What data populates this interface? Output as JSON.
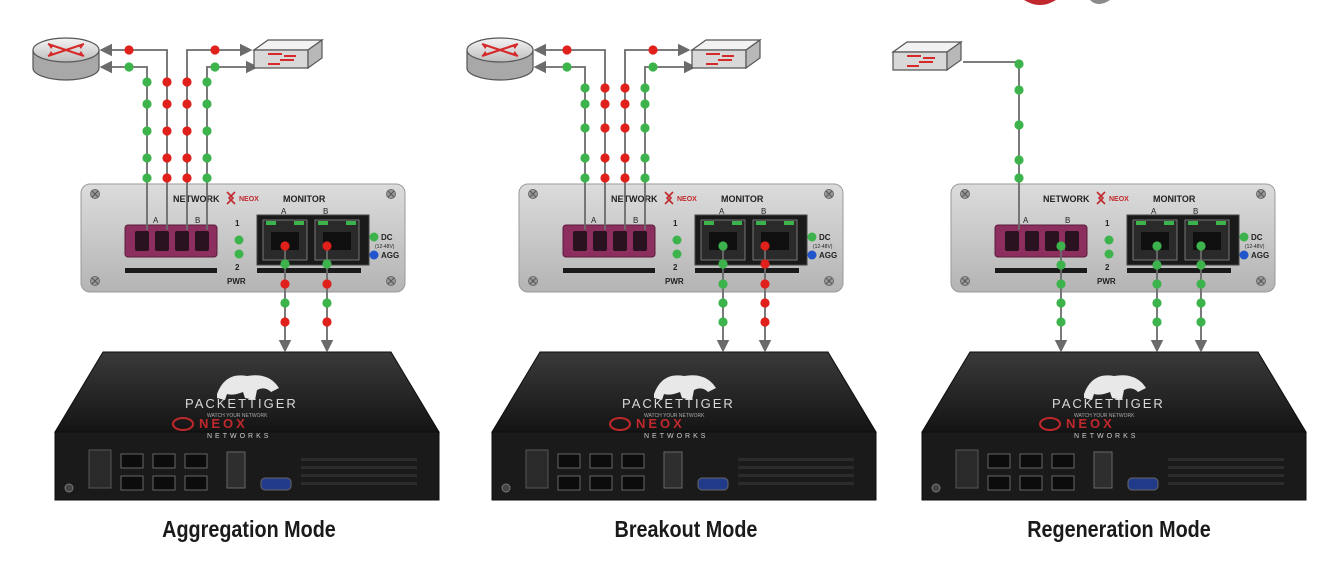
{
  "panels": [
    {
      "caption": "Aggregation Mode",
      "tap": {
        "network_label": "NETWORK",
        "monitor_label": "MONITOR",
        "brand_label": "NEOX",
        "port_a": "A",
        "port_b": "B",
        "led_1": "1",
        "led_2": "2",
        "pwr_label": "PWR",
        "dc_label": "DC",
        "dc_sub": "(12-48V)",
        "agg_label": "AGG"
      },
      "appliance": {
        "brand": "PACKETTIGER",
        "tagline": "WATCH YOUR NETWORK",
        "vendor": "NEOX",
        "vendor_sub": "NETWORKS"
      }
    },
    {
      "caption": "Breakout Mode",
      "tap": {
        "network_label": "NETWORK",
        "monitor_label": "MONITOR",
        "brand_label": "NEOX",
        "port_a": "A",
        "port_b": "B",
        "led_1": "1",
        "led_2": "2",
        "pwr_label": "PWR",
        "dc_label": "DC",
        "dc_sub": "(12-48V)",
        "agg_label": "AGG"
      },
      "appliance": {
        "brand": "PACKETTIGER",
        "tagline": "WATCH YOUR NETWORK",
        "vendor": "NEOX",
        "vendor_sub": "NETWORKS"
      }
    },
    {
      "caption": "Regeneration Mode",
      "tap": {
        "network_label": "NETWORK",
        "monitor_label": "MONITOR",
        "brand_label": "NEOX",
        "port_a": "A",
        "port_b": "B",
        "led_1": "1",
        "led_2": "2",
        "pwr_label": "PWR",
        "dc_label": "DC",
        "dc_sub": "(12-48V)",
        "agg_label": "AGG"
      },
      "appliance": {
        "brand": "PACKETTIGER",
        "tagline": "WATCH YOUR NETWORK",
        "vendor": "NEOX",
        "vendor_sub": "NETWORKS"
      }
    }
  ],
  "colors": {
    "green_dot": "#3cb44b",
    "red_dot": "#e0201b",
    "line": "#6b6b6b",
    "tap_body": "#c8c8c8",
    "fiber_port": "#8c2f5e",
    "appliance": "#1e1e1e",
    "agg_led": "#2255cc"
  },
  "icons": [
    "router-icon",
    "switch-icon",
    "tiger-logo-icon"
  ]
}
